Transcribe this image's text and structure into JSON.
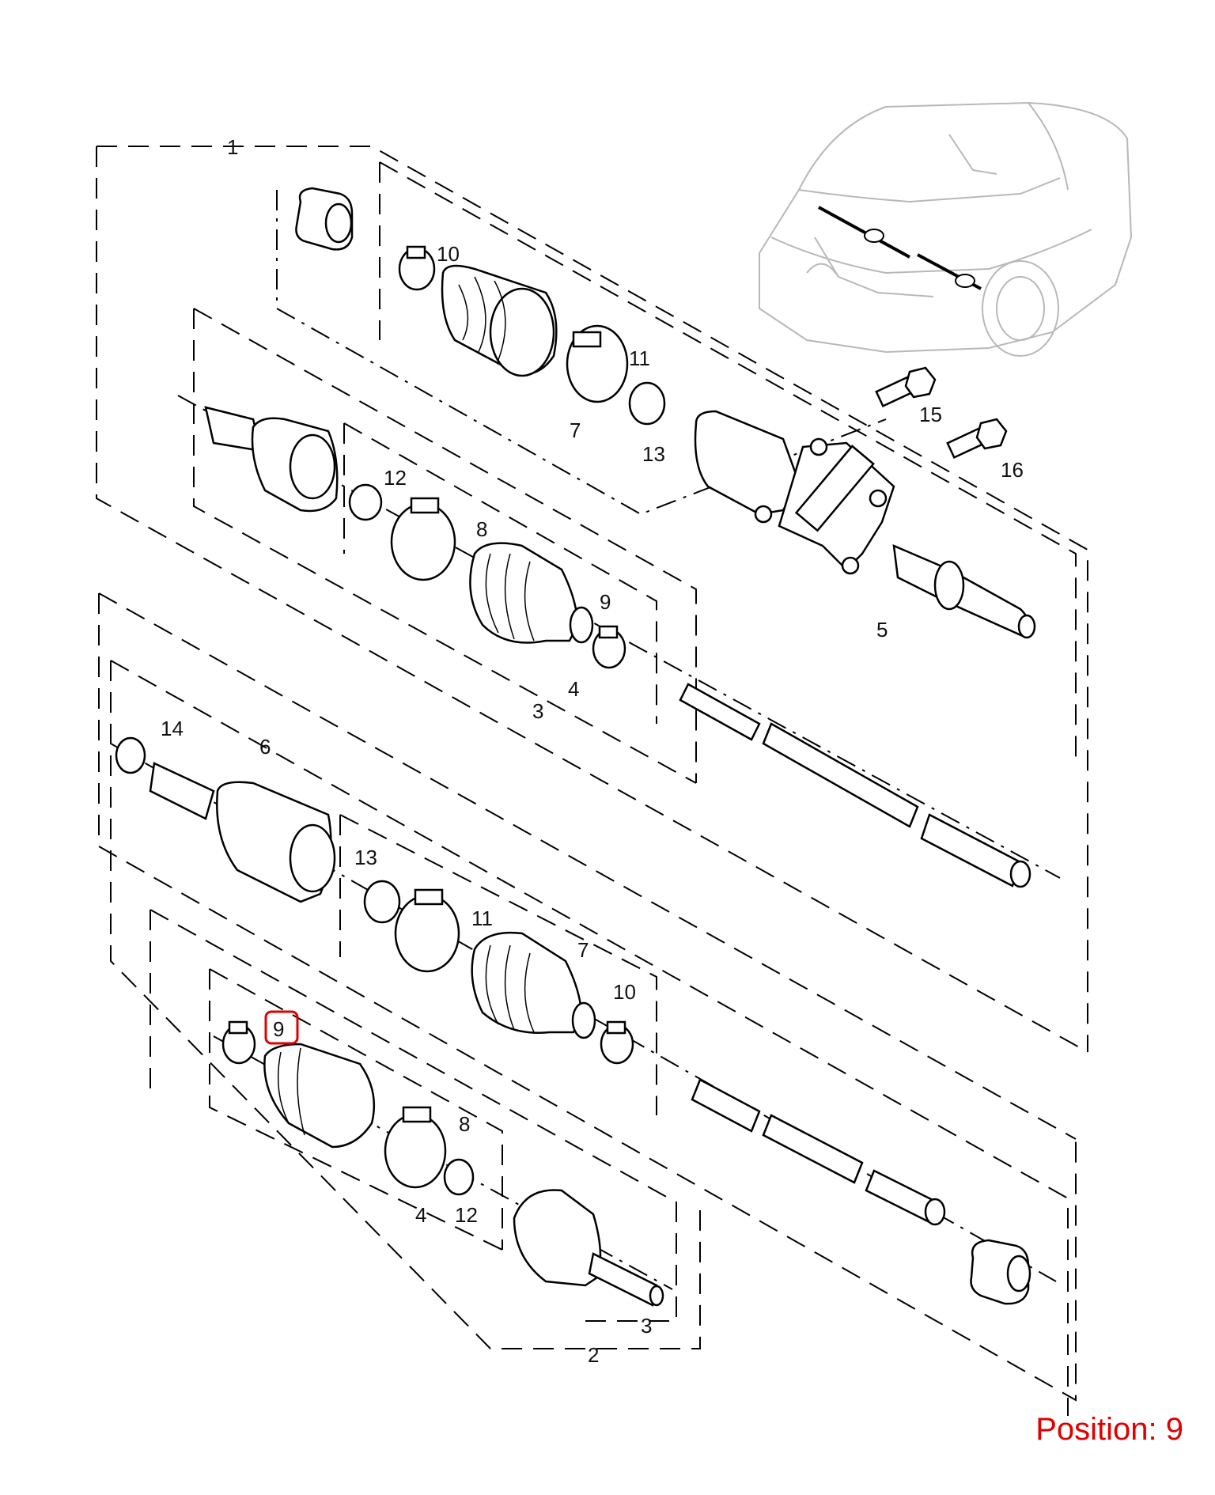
{
  "callouts": {
    "c1": "1",
    "c2": "2",
    "c3a": "3",
    "c3b": "3",
    "c4a": "4",
    "c4b": "4",
    "c5": "5",
    "c6": "6",
    "c7a": "7",
    "c7b": "7",
    "c8a": "8",
    "c8b": "8",
    "c9a": "9",
    "c9b": "9",
    "c10a": "10",
    "c10b": "10",
    "c11a": "11",
    "c11b": "11",
    "c12a": "12",
    "c12b": "12",
    "c13a": "13",
    "c13b": "13",
    "c14": "14",
    "c15": "15",
    "c16": "16"
  },
  "highlight": {
    "callout": "9",
    "color": "#e00000"
  },
  "footer": {
    "position_text": "Position: 9",
    "color": "#e00000"
  }
}
